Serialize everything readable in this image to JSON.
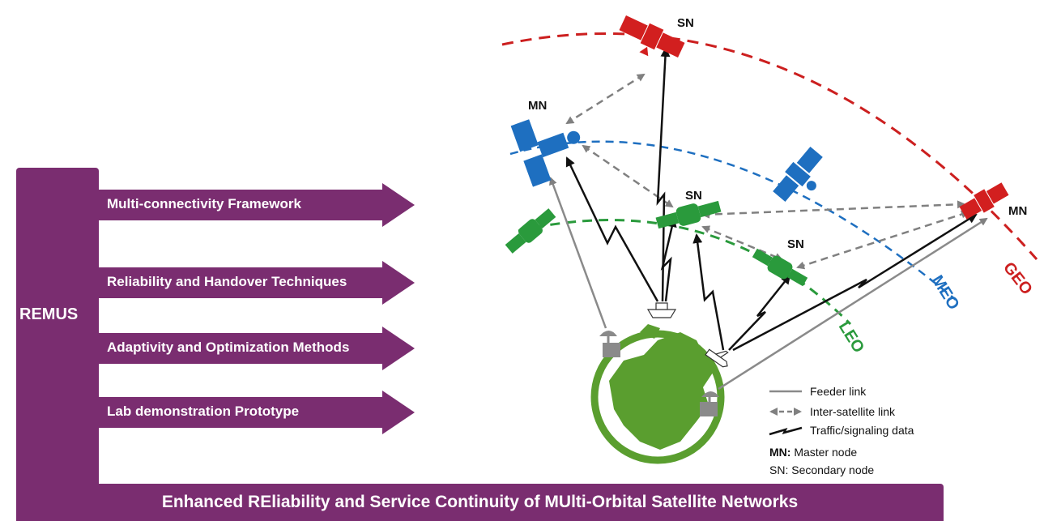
{
  "framework": {
    "name": "REMUS",
    "subtitle": "Enhanced REliability and Service Continuity of MUlti-Orbital Satellite Networks",
    "color": "#7a2d70",
    "items": [
      {
        "label": "Multi-connectivity Framework"
      },
      {
        "label": "Reliability and Handover Techniques"
      },
      {
        "label": "Adaptivity and Optimization Methods"
      },
      {
        "label": "Lab demonstration Prototype"
      }
    ]
  },
  "orbits": {
    "geo": {
      "label": "GEO",
      "color": "#cc1f1f"
    },
    "meo": {
      "label": "MEO",
      "color": "#1e6fc0"
    },
    "leo": {
      "label": "LEO",
      "color": "#2a9a3c"
    }
  },
  "nodes": {
    "geo_sn": "SN",
    "geo_mn": "MN",
    "meo_mn": "MN",
    "leo_sn1": "SN",
    "leo_sn2": "SN"
  },
  "legend": {
    "feeder": "Feeder link",
    "isl": "Inter-satellite link",
    "traffic": "Traffic/signaling data",
    "mn_key": "MN:",
    "mn_desc": " Master node",
    "sn_key": "SN:",
    "sn_desc": " Secondary node"
  }
}
